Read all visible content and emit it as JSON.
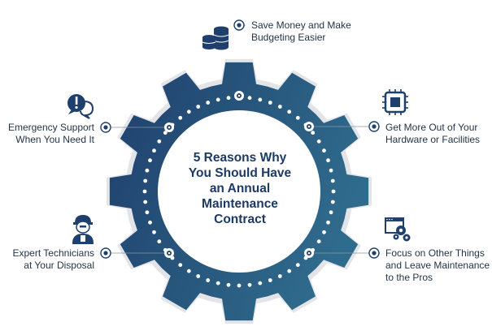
{
  "title_lines": [
    "5 Reasons Why",
    "You Should Have",
    "an Annual",
    "Maintenance",
    "Contract"
  ],
  "colors": {
    "gear_dark": "#1f3f6c",
    "gear_light": "#2f6b8c",
    "gear_shadow": "#e2e4e8",
    "title": "#1c3a63",
    "text": "#243447",
    "icon": "#1f3f6c"
  },
  "reasons": [
    {
      "id": "save-money",
      "icon": "coins-icon",
      "lines": [
        "Save Money and Make",
        "Budgeting Easier"
      ]
    },
    {
      "id": "hardware",
      "icon": "chip-icon",
      "lines": [
        "Get More Out of Your",
        "Hardware or Facilities"
      ]
    },
    {
      "id": "focus",
      "icon": "gears-window-icon",
      "lines": [
        "Focus on Other Things",
        "and Leave Maintenance",
        "to the Pros"
      ]
    },
    {
      "id": "technicians",
      "icon": "technician-icon",
      "lines": [
        "Expert Technicians",
        "at Your Disposal"
      ]
    },
    {
      "id": "emergency",
      "icon": "alert-chat-icon",
      "lines": [
        "Emergency Support",
        "When You Need It"
      ]
    }
  ]
}
